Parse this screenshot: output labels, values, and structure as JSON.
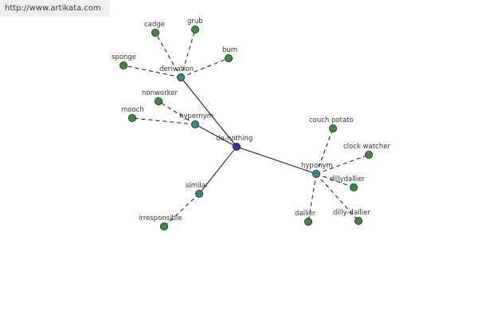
{
  "source_link": "http://www.artikata.com",
  "colors": {
    "center": "#333399",
    "relation": "#338888",
    "leaf": "#3f8a3f"
  },
  "graph": {
    "center": {
      "id": "do-nothing",
      "label": "do-nothing"
    },
    "relations": [
      {
        "id": "derivation",
        "label": "derivation",
        "children": [
          {
            "id": "cadge",
            "label": "cadge"
          },
          {
            "id": "grub",
            "label": "grub"
          },
          {
            "id": "sponge",
            "label": "sponge"
          },
          {
            "id": "bum",
            "label": "bum"
          }
        ]
      },
      {
        "id": "hypernym",
        "label": "hypernym",
        "children": [
          {
            "id": "nonworker",
            "label": "nonworker"
          },
          {
            "id": "mooch",
            "label": "mooch"
          }
        ]
      },
      {
        "id": "hyponym",
        "label": "hyponym",
        "children": [
          {
            "id": "couch-potato",
            "label": "couch potato"
          },
          {
            "id": "clock-watcher",
            "label": "clock watcher"
          },
          {
            "id": "dillydallier",
            "label": "dillydallier"
          },
          {
            "id": "dallier",
            "label": "dallier"
          },
          {
            "id": "dilly-dallier",
            "label": "dilly-dallier"
          }
        ]
      },
      {
        "id": "similar",
        "label": "similar",
        "children": [
          {
            "id": "irresponsible",
            "label": "irresponsible"
          }
        ]
      }
    ]
  }
}
